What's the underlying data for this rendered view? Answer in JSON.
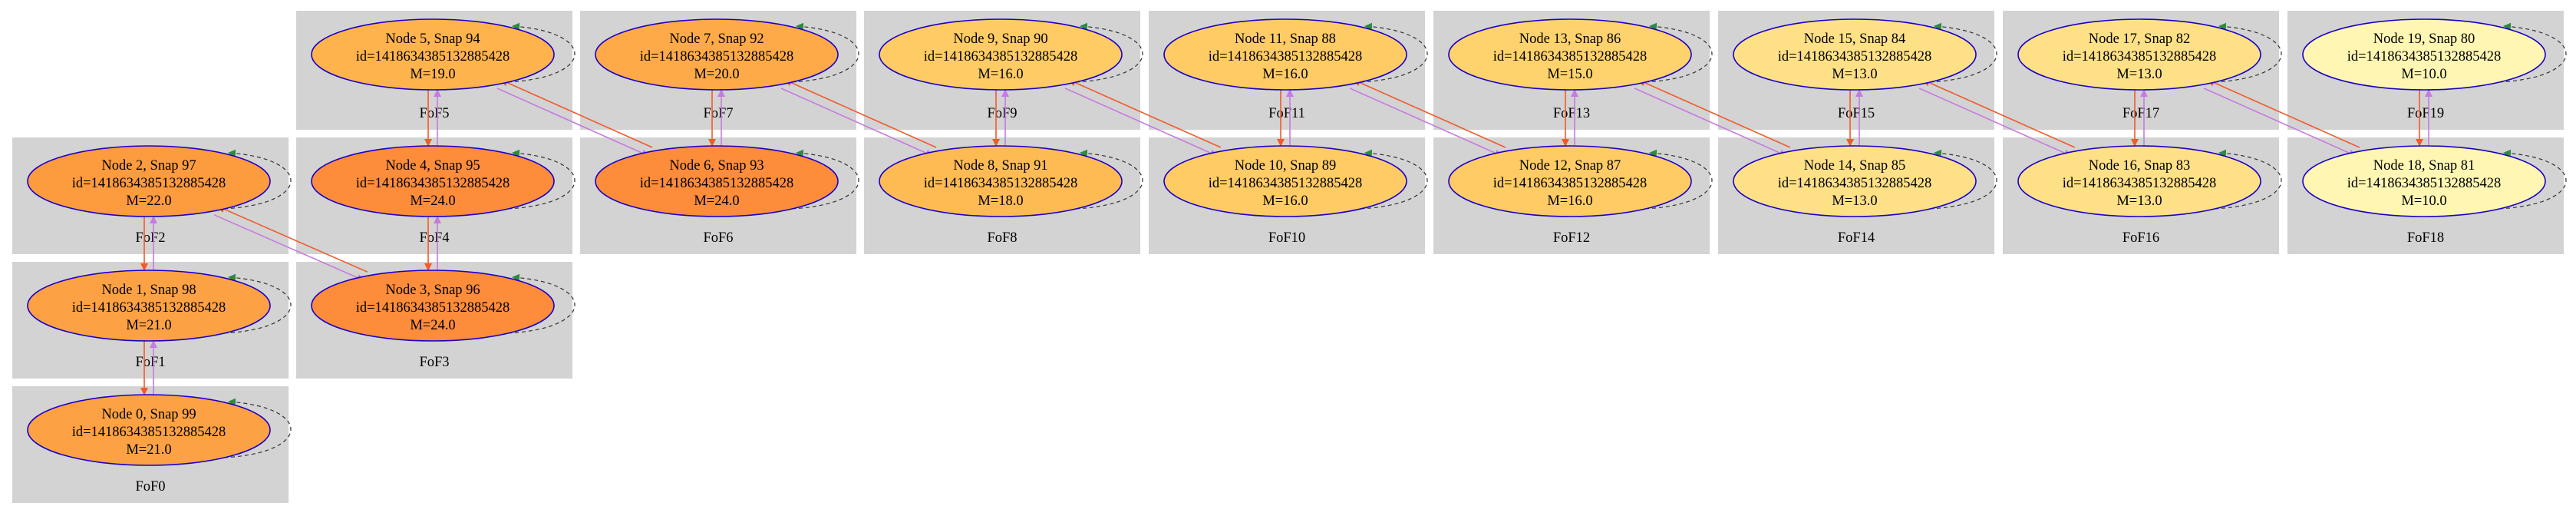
{
  "colors": {
    "cluster_fill": "#d3d3d3",
    "node_stroke": "#1a00c8",
    "edge_progenitor": "#f25a2a",
    "edge_descendant": "#c77adf",
    "self_loop": "#2e8b3a"
  },
  "clusters": [
    {
      "label": "FoF0"
    },
    {
      "label": "FoF1"
    },
    {
      "label": "FoF2"
    },
    {
      "label": "FoF3"
    },
    {
      "label": "FoF4"
    },
    {
      "label": "FoF5"
    },
    {
      "label": "FoF6"
    },
    {
      "label": "FoF7"
    },
    {
      "label": "FoF8"
    },
    {
      "label": "FoF9"
    },
    {
      "label": "FoF10"
    },
    {
      "label": "FoF11"
    },
    {
      "label": "FoF12"
    },
    {
      "label": "FoF13"
    },
    {
      "label": "FoF14"
    },
    {
      "label": "FoF15"
    },
    {
      "label": "FoF16"
    },
    {
      "label": "FoF17"
    },
    {
      "label": "FoF18"
    },
    {
      "label": "FoF19"
    }
  ],
  "nodes": [
    {
      "title": "Node 0, Snap 99",
      "id_text": "id=14186343851328854​28",
      "mass": "M=21.0",
      "fill": "#fda244"
    },
    {
      "title": "Node 1, Snap 98",
      "id_text": "id=1418634385132885428",
      "mass": "M=21.0",
      "fill": "#fda244"
    },
    {
      "title": "Node 2, Snap 97",
      "id_text": "id=1418634385132885428",
      "mass": "M=22.0",
      "fill": "#fd9b3f"
    },
    {
      "title": "Node 3, Snap 96",
      "id_text": "id=1418634385132885428",
      "mass": "M=24.0",
      "fill": "#fd8c3b"
    },
    {
      "title": "Node 4, Snap 95",
      "id_text": "id=1418634385132885428",
      "mass": "M=24.0",
      "fill": "#fd8c3b"
    },
    {
      "title": "Node 5, Snap 94",
      "id_text": "id=1418634385132885428",
      "mass": "M=19.0",
      "fill": "#feb34d"
    },
    {
      "title": "Node 6, Snap 93",
      "id_text": "id=1418634385132885428",
      "mass": "M=24.0",
      "fill": "#fd8c3b"
    },
    {
      "title": "Node 7, Snap 92",
      "id_text": "id=1418634385132885428",
      "mass": "M=20.0",
      "fill": "#feaa48"
    },
    {
      "title": "Node 8, Snap 91",
      "id_text": "id=1418634385132885428",
      "mass": "M=18.0",
      "fill": "#febb54"
    },
    {
      "title": "Node 9, Snap 90",
      "id_text": "id=1418634385132885428",
      "mass": "M=16.0",
      "fill": "#fecb64"
    },
    {
      "title": "Node 10, Snap 89",
      "id_text": "id=1418634385132885428",
      "mass": "M=16.0",
      "fill": "#fecb64"
    },
    {
      "title": "Node 11, Snap 88",
      "id_text": "id=1418634385132885428",
      "mass": "M=16.0",
      "fill": "#fecb64"
    },
    {
      "title": "Node 12, Snap 87",
      "id_text": "id=1418634385132885428",
      "mass": "M=16.0",
      "fill": "#fecb64"
    },
    {
      "title": "Node 13, Snap 86",
      "id_text": "id=1418634385132885428",
      "mass": "M=15.0",
      "fill": "#fed26c"
    },
    {
      "title": "Node 14, Snap 85",
      "id_text": "id=1418634385132885428",
      "mass": "M=13.0",
      "fill": "#fee086"
    },
    {
      "title": "Node 15, Snap 84",
      "id_text": "id=1418634385132885428",
      "mass": "M=13.0",
      "fill": "#fee086"
    },
    {
      "title": "Node 16, Snap 83",
      "id_text": "id=1418634385132885428",
      "mass": "M=13.0",
      "fill": "#fee086"
    },
    {
      "title": "Node 17, Snap 82",
      "id_text": "id=1418634385132885428",
      "mass": "M=13.0",
      "fill": "#fee086"
    },
    {
      "title": "Node 18, Snap 81",
      "id_text": "id=1418634385132885428",
      "mass": "M=10.0",
      "fill": "#fef6b2"
    },
    {
      "title": "Node 19, Snap 80",
      "id_text": "id=1418634385132885428",
      "mass": "M=10.0",
      "fill": "#fef6b2"
    }
  ]
}
